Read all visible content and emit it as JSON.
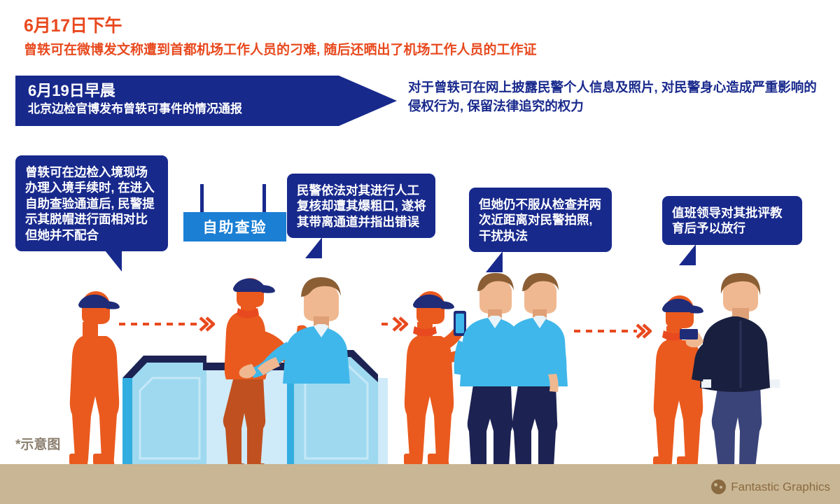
{
  "headline": {
    "date": "6月17日下午",
    "body": "曾轶可在微博发文称遭到首都机场工作人员的刁难, 随后还晒出了机场工作人员的工作证",
    "color": "#E8491E"
  },
  "banner": {
    "date": "6月19日早晨",
    "subtitle": "北京边检官博发布曾轶可事件的情况通报",
    "note": "对于曾轶可在网上披露民警个人信息及照片, 对民警身心造成严重影响的侵权行为, 保留法律追究的权力",
    "color": "#18298C"
  },
  "kiosk_sign": {
    "label": "自助查验",
    "color": "#1B7FD4"
  },
  "bubbles": [
    {
      "id": "bubble1",
      "text": "曾轶可在边检入境现场办理入境手续时, 在进入自助查验通道后, 民警提示其脱帽进行面相对比但她并不配合",
      "tail": "right-down"
    },
    {
      "id": "bubble2",
      "text": "民警依法对其进行人工复核却遭其爆粗口, 遂将其带离通道并指出错误",
      "tail": "left-down"
    },
    {
      "id": "bubble3",
      "text": "但她仍不服从检查并两次近距离对民警拍照, 干扰执法",
      "tail": "left-down"
    },
    {
      "id": "bubble4",
      "text": "值班领导对其批评教育后予以放行",
      "tail": "left-down"
    }
  ],
  "footnote": "*示意图",
  "watermark": {
    "text": "Fantastic Graphics",
    "icon": "paw-logo-icon"
  },
  "palette": {
    "orange": "#E8491E",
    "orange_figure": "#EA5A1E",
    "navy": "#18298C",
    "dark_navy": "#1C2252",
    "sky_blue": "#1B7FD4",
    "light_blue": "#46BCEB",
    "pale_blue": "#B9E2F4",
    "floor_tan": "#C9B694",
    "skin": "#F0B890",
    "hair_brown": "#8B5E34"
  },
  "scene": {
    "arrows": [
      "arrow-1",
      "arrow-2",
      "arrow-3"
    ],
    "figures": [
      "traveler-waiting",
      "traveler-at-counter",
      "officer-at-counter",
      "traveler-photographing",
      "officer-left",
      "officer-right",
      "traveler-final",
      "supervisor-suit"
    ]
  }
}
